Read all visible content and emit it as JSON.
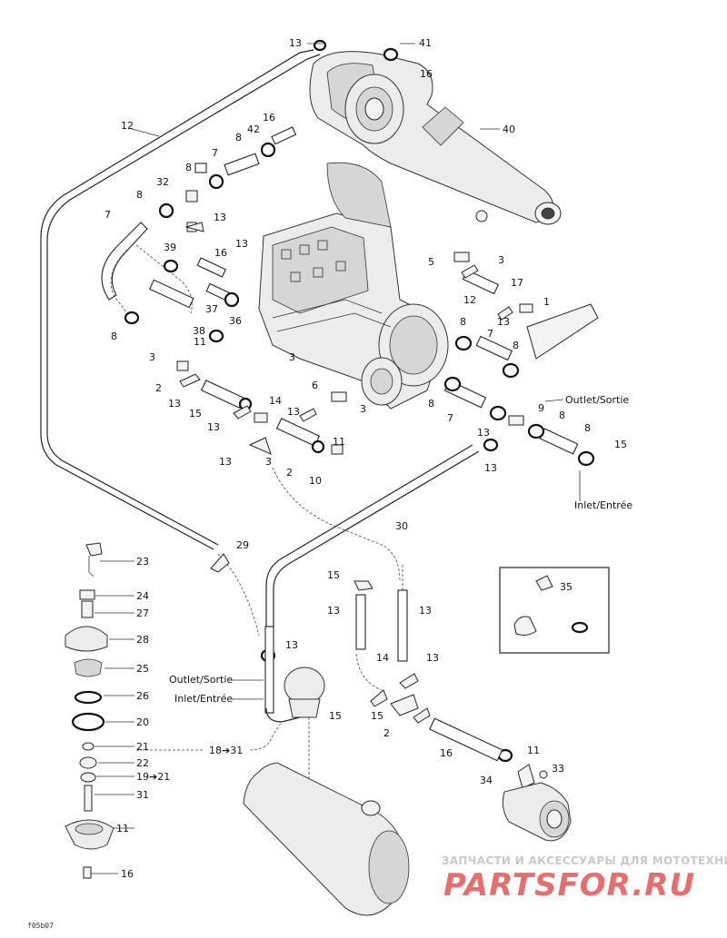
{
  "diagram": {
    "drawing_code": "f05b07",
    "annotations": {
      "outlet_upper": "Outlet/Sortie",
      "inlet_upper": "Inlet/Entrée",
      "outlet_lower": "Outlet/Sortie",
      "inlet_lower": "Inlet/Entrée",
      "range_ref": "18➔31"
    },
    "callouts": [
      "13",
      "41",
      "16",
      "40",
      "12",
      "16",
      "42",
      "8",
      "7",
      "8",
      "32",
      "8",
      "7",
      "13",
      "39",
      "16",
      "13",
      "5",
      "3",
      "17",
      "12",
      "1",
      "13",
      "37",
      "36",
      "38",
      "8",
      "11",
      "3",
      "3",
      "8",
      "7",
      "8",
      "2",
      "13",
      "15",
      "14",
      "13",
      "6",
      "3",
      "8",
      "9",
      "13",
      "8",
      "7",
      "8",
      "13",
      "15",
      "13",
      "3",
      "2",
      "11",
      "10",
      "13",
      "30",
      "29",
      "23",
      "24",
      "27",
      "28",
      "25",
      "26",
      "20",
      "21",
      "22",
      "19➔21",
      "31",
      "11",
      "16",
      "13",
      "15",
      "15",
      "13",
      "13",
      "14",
      "13",
      "15",
      "2",
      "16",
      "11",
      "33",
      "34",
      "35"
    ]
  },
  "watermark": {
    "line1": "ЗАПЧАСТИ И АКСЕССУАРЫ ДЛЯ МОТОТЕХНИКИ",
    "line2": "PARTSFOR.RU"
  }
}
